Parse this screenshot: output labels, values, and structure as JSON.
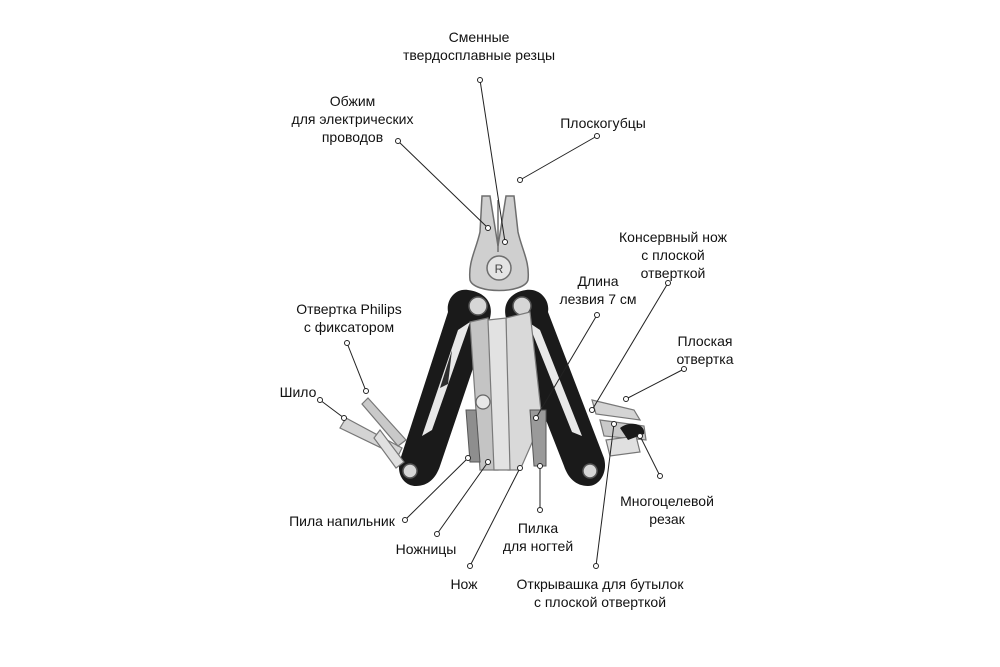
{
  "title": "",
  "colors": {
    "handle": "#1a1a1a",
    "steel": "#c9c9c9",
    "steel_dark": "#8e8e8e",
    "steel_light": "#ececec",
    "line": "#222222"
  },
  "labels": {
    "carbide_cutters": "Сменные\nтвердосплавные резцы",
    "crimper": "Обжим\nдля электрических\nпроводов",
    "pliers": "Плоскогубцы",
    "can_opener": "Консервный нож\nс плоской\nотверткой",
    "blade_length": "Длина\nлезвия 7 см",
    "philips": "Отвертка Philips\nс фиксатором",
    "flat_screwdriver": "Плоская\nотвертка",
    "awl": "Шило",
    "saw_file": "Пила напильник",
    "multi_cutter": "Многоцелевой\nрезак",
    "scissors": "Ножницы",
    "nail_file": "Пилка\nдля ногтей",
    "knife": "Нож",
    "bottle_opener": "Открывашка для бутылок\nс плоской отверткой"
  },
  "logo_letter": "R"
}
